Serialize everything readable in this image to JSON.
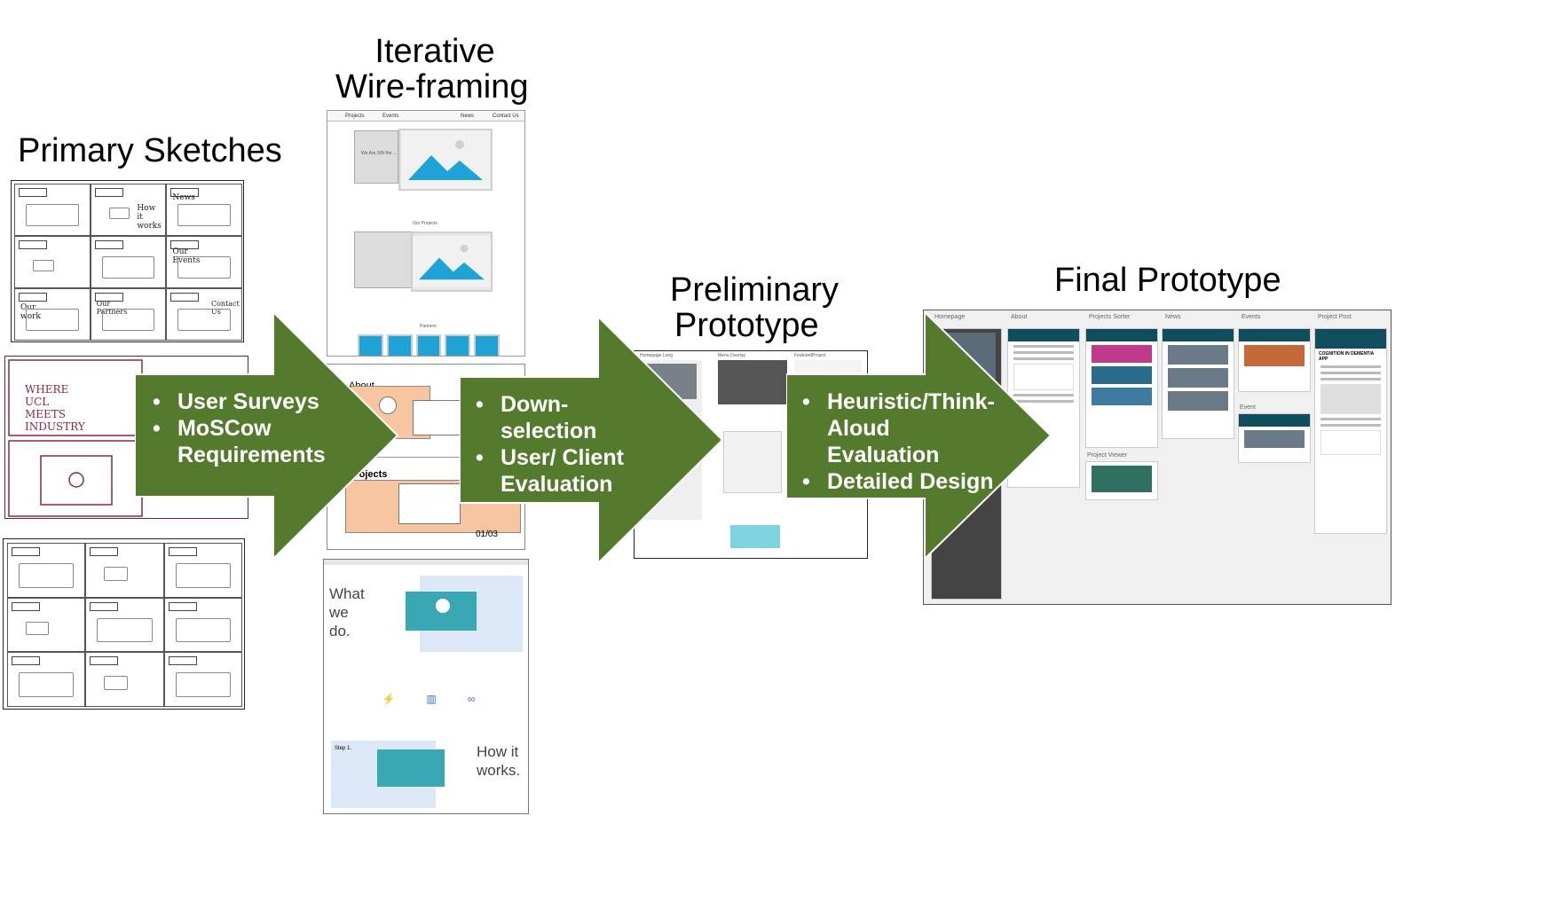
{
  "stages": {
    "primary_sketches": "Primary Sketches",
    "iterative_wireframing_line1": "Iterative",
    "iterative_wireframing_line2": "Wire-framing",
    "preliminary_line1": "Preliminary",
    "preliminary_line2": "Prototype",
    "final_prototype": "Final Prototype"
  },
  "arrows": [
    {
      "items": [
        "User Surveys",
        "MoSCow Requirements"
      ]
    },
    {
      "items": [
        "Down-selection",
        "User/ Client Evaluation"
      ]
    },
    {
      "items": [
        "Heuristic/Think-Aloud Evaluation",
        "Detailed Design"
      ]
    }
  ],
  "sketches": {
    "where_ucl_meets_industry": "WHERE UCL MEETS INDUSTRY",
    "how_it_works": "How it works",
    "news": "News",
    "our_events": "Our Events",
    "our_work": "Our work",
    "our_partners": "Our Partners",
    "contact_us": "Contact Us"
  },
  "wireframes": {
    "tabs": [
      "Projects",
      "Events",
      "News",
      "Contact Us"
    ],
    "we_are": "We Are IXN the ...",
    "our_projects": "Our Projects",
    "partners": "Partners",
    "about": "About",
    "projects_heading": "Projects",
    "page_counter": "01/03",
    "what_we_do": "What we do.",
    "how_it_works": "How it works.",
    "step": "Step 1."
  },
  "preliminary": {
    "labels": [
      "Homepage Long",
      "Menu Overlay",
      "FeaturedProject"
    ]
  },
  "final": {
    "labels": [
      "Homepage",
      "About",
      "Projects Sorter",
      "News",
      "Events",
      "Project Post"
    ],
    "project_viewer": "Project Viewer",
    "event": "Event",
    "cognition": "COGNITION IN DEMENTIA APP"
  },
  "colors": {
    "arrow_fill": "#547b2d",
    "arrow_text": "#ffffff",
    "wire_blue": "#1fa3d6",
    "wire_orange": "#f7c59f",
    "final_teal": "#0f4d5f"
  }
}
